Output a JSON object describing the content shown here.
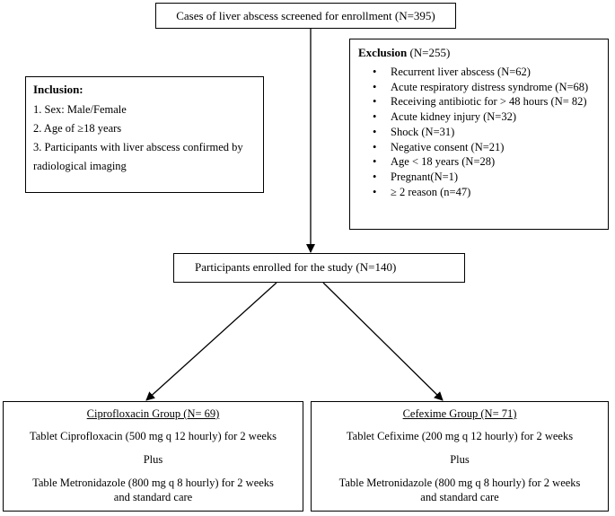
{
  "screened": {
    "text": "Cases of liver abscess screened for enrollment (N=395)"
  },
  "inclusion": {
    "title": "Inclusion:",
    "criteria": [
      "1. Sex: Male/Female",
      "2. Age of ≥18 years",
      "3. Participants with liver abscess confirmed by radiological imaging"
    ]
  },
  "exclusion": {
    "title": "Exclusion",
    "count": " (N=255)",
    "bullet": "•",
    "items": [
      "Recurrent liver abscess (N=62)",
      "Acute respiratory distress syndrome (N=68)",
      "Receiving antibiotic for > 48 hours (N= 82)",
      "Acute kidney injury (N=32)",
      "Shock (N=31)",
      "Negative consent (N=21)",
      " Age < 18 years (N=28)",
      "Pregnant(N=1)",
      " ≥ 2 reason (n=47)"
    ]
  },
  "enrolled": {
    "text": "Participants enrolled for the study (N=140)"
  },
  "groups": {
    "cipro": {
      "title": "Ciprofloxacin Group (N= 69)",
      "drug": "Tablet Ciprofloxacin (500 mg q 12 hourly) for 2 weeks",
      "plus": "Plus",
      "second_line1": "Table Metronidazole (800 mg q 8 hourly) for 2 weeks",
      "second_line2": "and standard care"
    },
    "cefix": {
      "title": "Cefexime Group (N= 71)",
      "drug": "Tablet Cefixime (200 mg q 12 hourly) for 2 weeks",
      "plus": "Plus",
      "second_line1": "Table Metronidazole (800 mg q 8 hourly) for 2 weeks",
      "second_line2": "and standard care"
    }
  },
  "colors": {
    "line": "#000000",
    "background": "#ffffff"
  }
}
